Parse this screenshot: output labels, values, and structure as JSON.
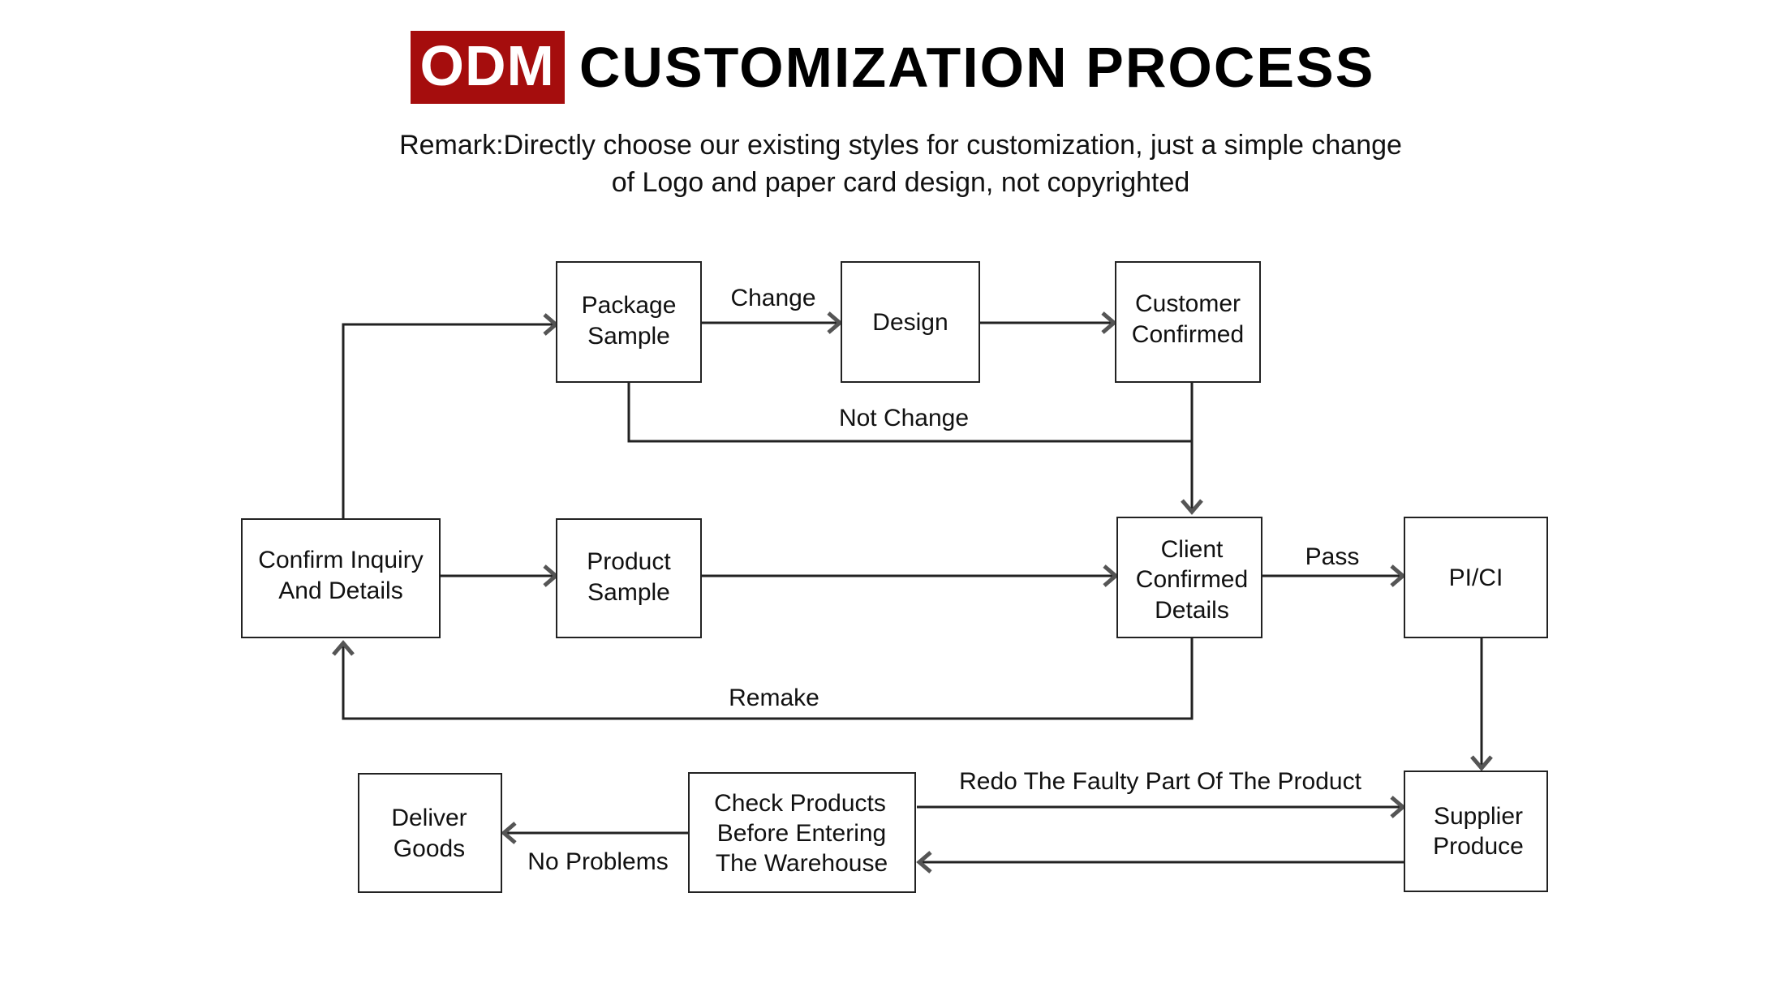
{
  "header": {
    "badge": "ODM",
    "title": "CUSTOMIZATION PROCESS",
    "remark_line1": "Remark:Directly choose our existing styles for customization, just a simple change",
    "remark_line2": "of Logo and paper card design, not copyrighted"
  },
  "colors": {
    "badge": "#a50d0d",
    "arrow": "#555555",
    "box_border": "#222222"
  },
  "nodes": {
    "package_sample": [
      "Package",
      "Sample"
    ],
    "design": [
      "Design"
    ],
    "customer_confirmed": [
      "Customer",
      "Confirmed"
    ],
    "confirm_inquiry": [
      "Confirm Inquiry",
      "And Details"
    ],
    "product_sample": [
      "Product",
      "Sample"
    ],
    "client_confirmed": [
      "Client",
      "Confirmed",
      "Details"
    ],
    "pici": [
      "PI/CI"
    ],
    "supplier_produce": [
      "Supplier",
      "Produce"
    ],
    "check_products": [
      "Check Products",
      "Before Entering",
      "The Warehouse"
    ],
    "deliver_goods": [
      "Deliver",
      "Goods"
    ]
  },
  "edge_labels": {
    "change": "Change",
    "not_change": "Not Change",
    "pass": "Pass",
    "remake": "Remake",
    "redo": "Redo The Faulty Part Of The Product",
    "no_problems": "No Problems"
  }
}
